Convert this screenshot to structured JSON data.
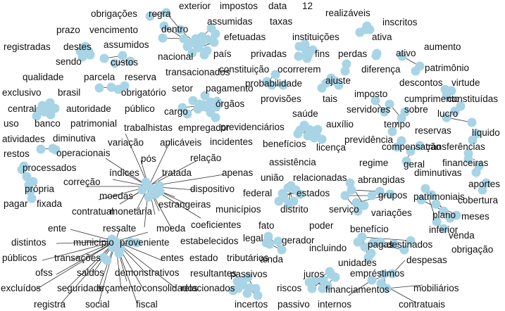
{
  "words": [
    "obrigações",
    "regra",
    "exterior",
    "impostos",
    "data",
    "12",
    "realizáveis",
    "inscritos",
    "prazo",
    "vencimento",
    "dentro",
    "assumidas",
    "taxas",
    "ativa",
    "efetuadas",
    "instituições",
    "registradas",
    "destes",
    "assumidos",
    "aumento",
    "sendo",
    "custos",
    "nacional",
    "país",
    "privadas",
    "fins",
    "perdas",
    "ativo",
    "transacionados",
    "diferença",
    "patrimônio",
    "qualidade",
    "parcela",
    "reserva",
    "constituição",
    "ocorrerem",
    "probabilidade",
    "ajuste",
    "descontos",
    "virtude",
    "exclusivo",
    "brasil",
    "obrigatório",
    "setor",
    "pagamento",
    "imposto",
    "cumprimento",
    "constituídas",
    "provisões",
    "tais",
    "central",
    "autoridade",
    "público",
    "cargo",
    "órgãos",
    "servidores",
    "sobre",
    "lucro",
    "uso",
    "banco",
    "patrimonial",
    "trabalhistas",
    "empregador",
    "previdenciários",
    "saúde",
    "auxílio",
    "tempo",
    "atividades",
    "diminutiva",
    "variação",
    "aplicáveis",
    "incidentes",
    "benefícios",
    "licença",
    "previdência",
    "reservas",
    "líquido",
    "restos",
    "operacionais",
    "compensação",
    "transferências",
    "processados",
    "pós",
    "relação",
    "assistência",
    "regime",
    "geral",
    "financeiras",
    "índices",
    "tratada",
    "apenas",
    "união",
    "relacionadas",
    "abrangidas",
    "diminutivas",
    "própria",
    "correção",
    "dispositivo",
    "federal",
    "estados",
    "grupos",
    "aportes",
    "pagar",
    "fixada",
    "moedas",
    "patrimoniais",
    "cobertura",
    "contratual",
    "monetária",
    "estrangeiras",
    "municípios",
    "distrito",
    "serviço",
    "variações",
    "meses",
    "plano",
    "fato",
    "poder",
    "benefício",
    "inferior",
    "ente",
    "ressalte",
    "moeda",
    "coeficientes",
    "legal",
    "gerador",
    "venda",
    "distintos",
    "município",
    "proveniente",
    "estabelecidos",
    "incluindo",
    "pagas",
    "destinados",
    "obrigação",
    "públicos",
    "transações",
    "entes",
    "estado",
    "tributários",
    "ainda",
    "despesas",
    "unidades",
    "ofss",
    "saldos",
    "demonstrativos",
    "resultantes",
    "passivos",
    "juros",
    "empréstimos",
    "excluídos",
    "seguridade",
    "orçamento",
    "consolidados",
    "relacionados",
    "riscos",
    "financiamentos",
    "mobiliários",
    "registra",
    "social",
    "fiscal",
    "incertos",
    "passivo",
    "internos",
    "contratuais"
  ]
}
